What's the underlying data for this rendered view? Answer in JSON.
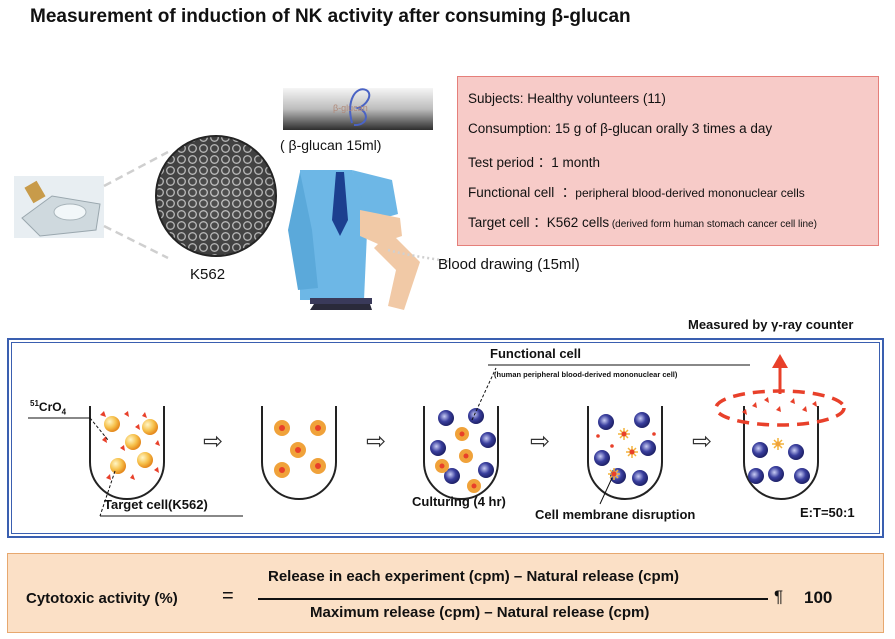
{
  "title": "Measurement of induction of NK activity after consuming  β-glucan",
  "top": {
    "bottle_label": "β-glucan",
    "bottle_caption": "( β-glucan 15ml)",
    "cell_label": "K562",
    "blood_label": "Blood drawing (15ml)"
  },
  "info": {
    "subjects": "Subjects: Healthy volunteers (11)",
    "consumption": "Consumption: 15 g of  β-glucan orally 3 times a day",
    "test_period": "Test period ：1 month",
    "functional_main": "Functional cell  ：",
    "functional_sub": "peripheral blood-derived mononuclear cells",
    "target_main": "Target cell ：K562 cells",
    "target_sub": " (derived form human stomach cancer cell line)"
  },
  "assay": {
    "measured_by": "Measured by γ-ray counter",
    "cro4_prefix": "51",
    "cro4_main": "CrO",
    "cro4_sub": "4",
    "functional_cell": "Functional cell",
    "functional_cell_sub": "(human peripheral blood-derived mononuclear cell)",
    "target_cell": "Target cell(K562)",
    "culturing": "Culturing (4 hr)",
    "disruption": "Cell membrane disruption",
    "ratio": "E:T=50:1",
    "arrow_glyph": "⇨"
  },
  "formula": {
    "label": "Cytotoxic activity (%)",
    "equals": "=",
    "numerator": "Release in each experiment (cpm) – Natural release (cpm)",
    "denominator": "Maximum release (cpm) – Natural release (cpm)",
    "times": "¶",
    "factor": "100"
  },
  "colors": {
    "info_bg": "#f7cbc8",
    "info_border": "#e57f7a",
    "assay_border": "#3a5fb0",
    "formula_bg": "#fbe0c6",
    "ray_red": "#e8402a",
    "effector_blue": "#3a3f9e",
    "target_orange": "#f0a23a"
  }
}
